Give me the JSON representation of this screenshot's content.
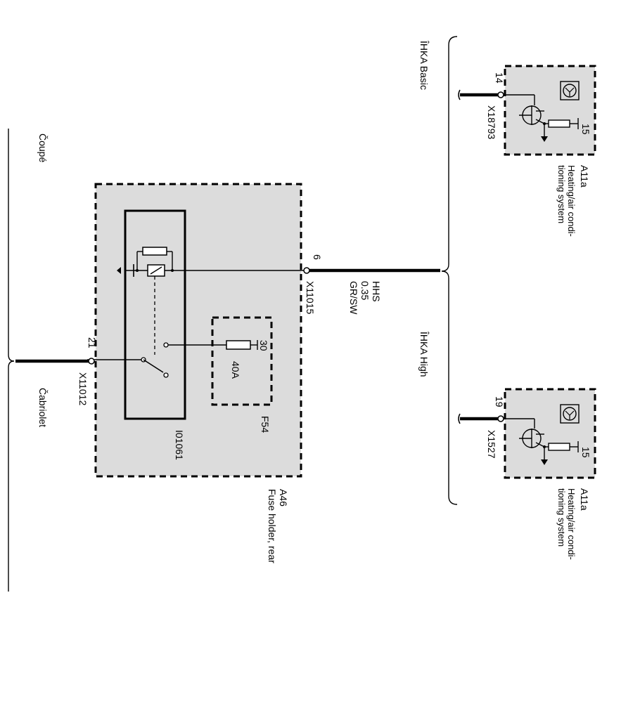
{
  "variants": {
    "coupe": "Čoupé",
    "cabriolet": "Čabriolet",
    "ihka_basic": "ÎHKA Basic",
    "ihka_high": "ÎHKA High"
  },
  "fuse_holder": {
    "ref": "A46",
    "name": "Fuse holder, rear",
    "relay_ref": "I01061",
    "fuse_ref": "F54",
    "fuse_pin": "30",
    "fuse_rating": "40A"
  },
  "connectors": {
    "x11012": {
      "pin": "21",
      "id": "X11012"
    },
    "x11015": {
      "pin": "6",
      "id": "X11015"
    },
    "x18793": {
      "pin": "14",
      "id": "X18793"
    },
    "x1527": {
      "pin": "19",
      "id": "X1527"
    }
  },
  "wire": {
    "signal": "HHS",
    "gauge": "0.35",
    "color": "GR/SW"
  },
  "hvac_basic": {
    "ref": "A11a",
    "name_line1": "Heating/air condi-",
    "name_line2": "tioning system",
    "pin": "15"
  },
  "hvac_high": {
    "ref": "A11a",
    "name_line1": "Heating/air condi-",
    "name_line2": "tioning system",
    "pin": "15"
  }
}
